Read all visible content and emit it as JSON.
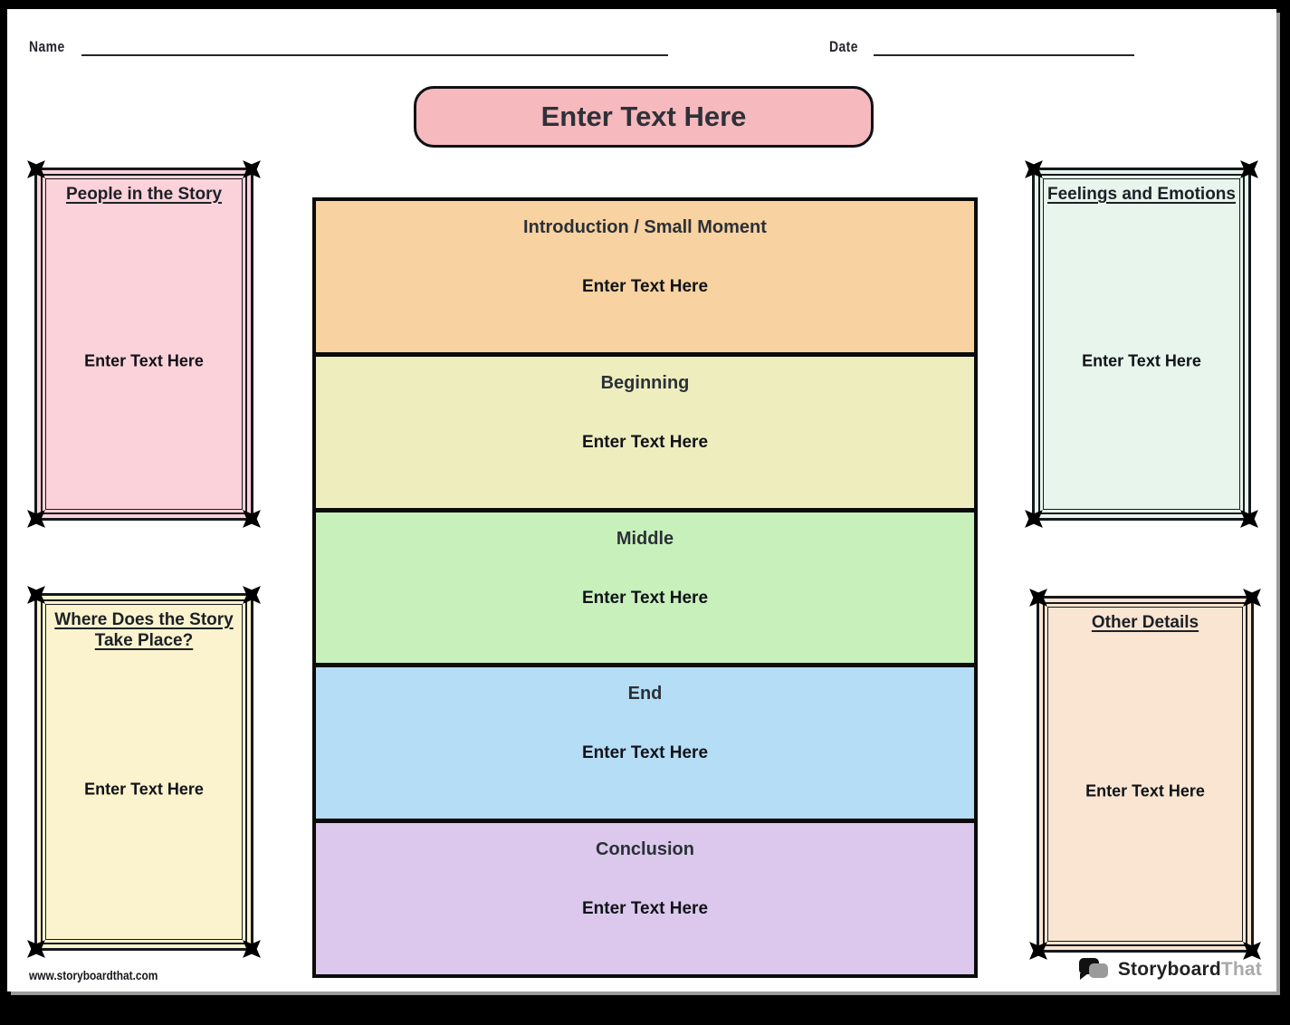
{
  "header": {
    "name_label": "Name",
    "date_label": "Date"
  },
  "title_banner": {
    "text": "Enter Text Here",
    "bg": "#f6b9bd"
  },
  "story_table": {
    "rows": [
      {
        "title": "Introduction / Small Moment",
        "placeholder": "Enter Text Here",
        "bg": "#f8d2a0"
      },
      {
        "title": "Beginning",
        "placeholder": "Enter Text Here",
        "bg": "#eeedbe"
      },
      {
        "title": "Middle",
        "placeholder": "Enter Text Here",
        "bg": "#c8f0bb"
      },
      {
        "title": "End",
        "placeholder": "Enter Text Here",
        "bg": "#b5ddf5"
      },
      {
        "title": "Conclusion",
        "placeholder": "Enter Text Here",
        "bg": "#dcc8ed"
      }
    ]
  },
  "side_boxes": [
    {
      "title": "People in the Story",
      "placeholder": "Enter Text Here",
      "bg": "#fcd2da"
    },
    {
      "title": "Where Does the Story Take Place?",
      "placeholder": "Enter Text Here",
      "bg": "#faf3cd"
    },
    {
      "title": "Feelings and Emotions",
      "placeholder": "Enter Text Here",
      "bg": "#e7f5ec"
    },
    {
      "title": "Other Details",
      "placeholder": "Enter Text Here",
      "bg": "#fae5d2"
    }
  ],
  "footer": {
    "website": "www.storyboardthat.com",
    "logo_black": "Storyboard",
    "logo_gray": "That"
  }
}
